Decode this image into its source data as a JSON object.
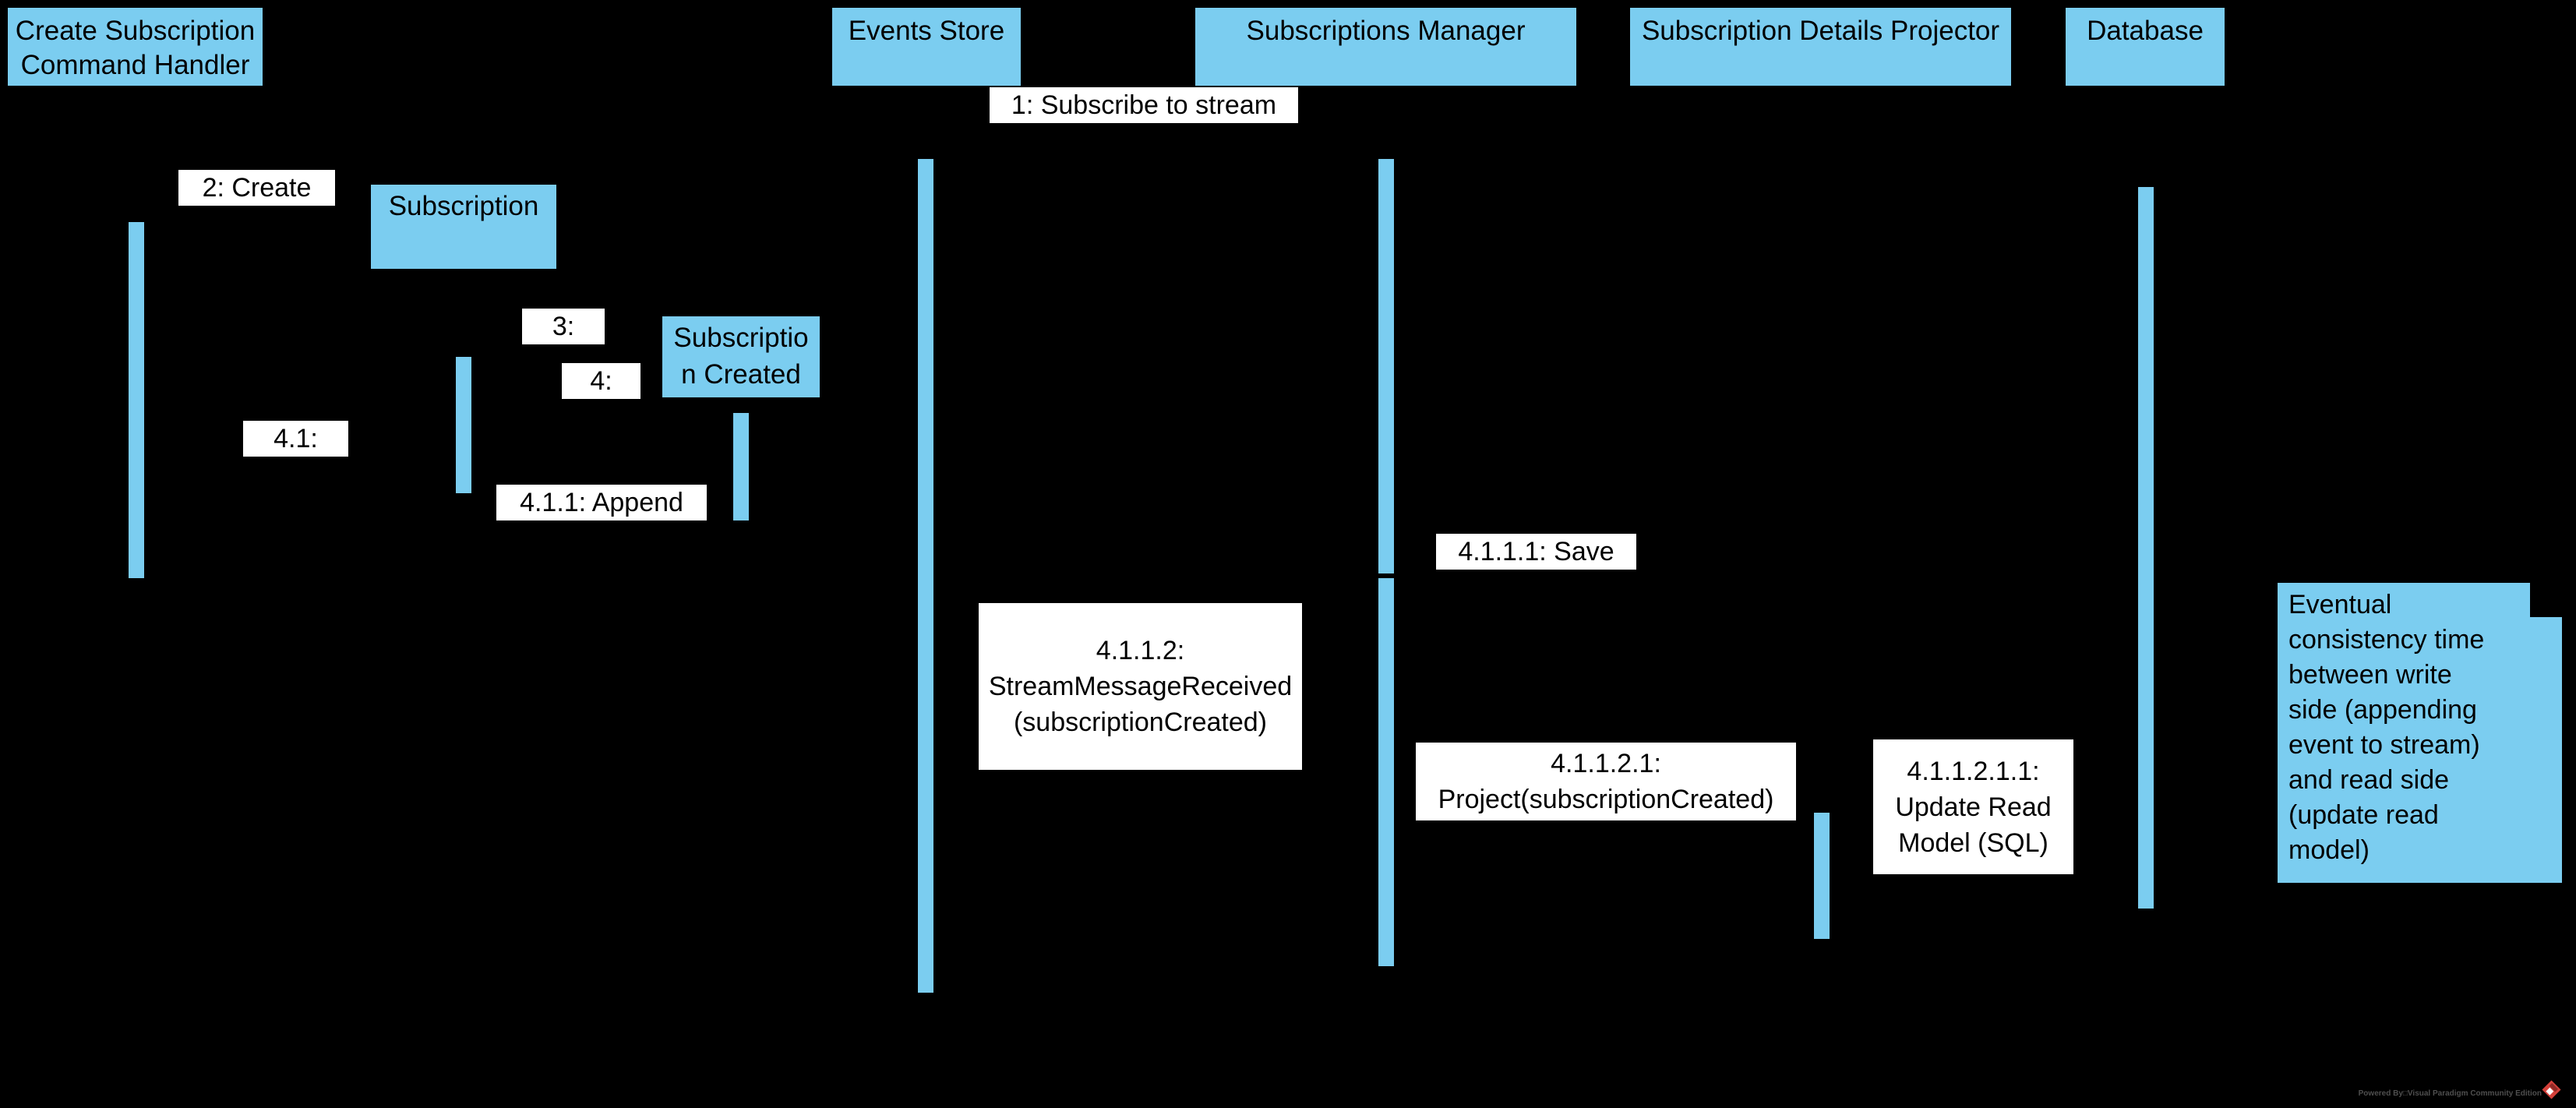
{
  "colors": {
    "background": "#000000",
    "accent": "#7bcdf0",
    "message_label_bg": "#ffffff",
    "text": "#000000",
    "footer_gray": "#4f4f4f",
    "logo_red": "#d4403a"
  },
  "participants": [
    {
      "label": "Create Subscription\nCommand Handler"
    },
    {
      "label": "Events Store"
    },
    {
      "label": "Subscriptions Manager"
    },
    {
      "label": "Subscription Details Projector"
    },
    {
      "label": "Database"
    }
  ],
  "objects": [
    {
      "label": "Subscription"
    },
    {
      "label": "Subscriptio\nn Created"
    }
  ],
  "messages": [
    {
      "text": "1: Subscribe to stream"
    },
    {
      "text": "2: Create"
    },
    {
      "text": "3:"
    },
    {
      "text": "4:"
    },
    {
      "text": "4.1:"
    },
    {
      "text": "4.1.1: Append"
    },
    {
      "text": "4.1.1.1: Save"
    },
    {
      "text": "4.1.1.2:\nStreamMessageReceived\n(subscriptionCreated)"
    },
    {
      "text": "4.1.1.2.1:\nProject(subscriptionCreated)"
    },
    {
      "text": "4.1.1.2.1.1:\nUpdate Read\nModel (SQL)"
    }
  ],
  "note": {
    "text": "Eventual\nconsistency time\nbetween write\nside (appending\nevent to stream)\nand read side\n(update read\nmodel)"
  },
  "footer": {
    "text": "Powered By□Visual Paradigm Community Edition",
    "logo": "visual-paradigm-red-diamond"
  }
}
